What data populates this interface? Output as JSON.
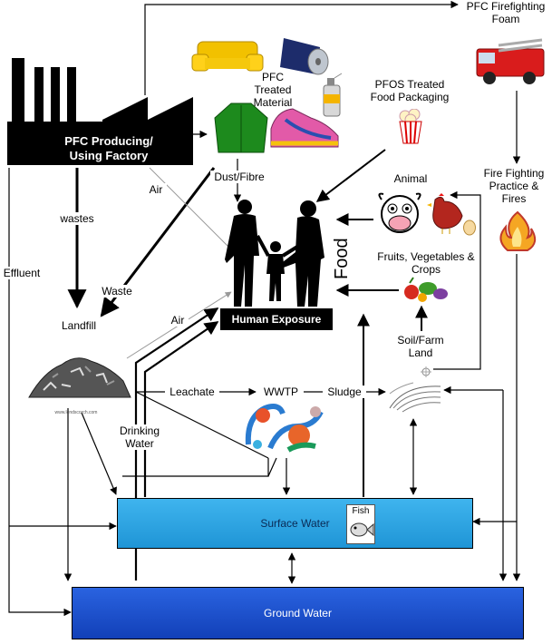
{
  "diagram": {
    "nodes": {
      "factory": "PFC Producing/\nUsing Factory",
      "pfc_treated_material": "PFC\nTreated\nMaterial",
      "pfos_food_packaging": "PFOS Treated\nFood Packaging",
      "firefighting_foam": "PFC Firefighting\nFoam",
      "fire_fighting": "Fire Fighting\nPractice &\nFires",
      "animal": "Animal",
      "fruits_veg": "Fruits, Vegetables &\nCrops",
      "soil_farm": "Soil/Farm\nLand",
      "human_exposure": "Human Exposure",
      "landfill": "Landfill",
      "wwtp": "WWTP",
      "surface_water": "Surface Water",
      "ground_water": "Ground Water",
      "fish": "Fish",
      "food": "Food"
    },
    "edge_labels": {
      "dust_fibre": "Dust/Fibre",
      "air_factory": "Air",
      "air_landfill": "Air",
      "wastes": "wastes",
      "waste": "Waste",
      "effluent": "Effluent",
      "leachate": "Leachate",
      "sludge": "Sludge",
      "drinking_water": "Drinking\nWater"
    },
    "watermark": "www.lendscorch.com"
  },
  "colors": {
    "factory": "#000000",
    "surface_water": "#2aa7e8",
    "ground_water": "#1a4fd0",
    "human_exposure_box": "#000000"
  },
  "icons": [
    "factory-icon",
    "sofa-icon",
    "carpet-roll-icon",
    "spray-can-icon",
    "jacket-icon",
    "sneaker-icon",
    "popcorn-icon",
    "fire-truck-icon",
    "flame-icon",
    "cow-icon",
    "chicken-icon",
    "egg-icon",
    "vegetables-icon",
    "family-silhouette-icon",
    "landfill-pile-icon",
    "wwtp-plant-icon",
    "farm-field-icon",
    "fish-icon"
  ]
}
